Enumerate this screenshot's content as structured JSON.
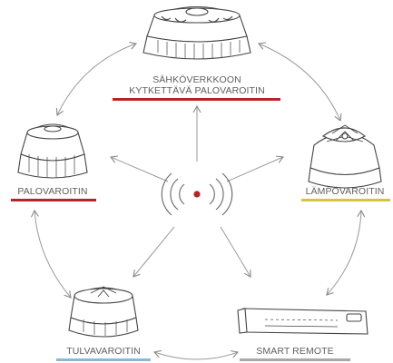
{
  "center": {
    "icon": "wireless-signal-icon",
    "dot_color": "#b8232a"
  },
  "devices": [
    {
      "id": "mains",
      "label_line1": "SÄHKÖVERKKOON",
      "label_line2": "KYTKETTÄVÄ PALOVAROITIN",
      "icon": "mains-smoke-alarm-icon",
      "accent": "#b8232a"
    },
    {
      "id": "smoke",
      "label": "PALOVAROITIN",
      "icon": "smoke-alarm-icon",
      "accent": "#b8232a"
    },
    {
      "id": "heat",
      "label": "LÄMPÖVAROITIN",
      "icon": "heat-alarm-icon",
      "accent": "#d6c53a"
    },
    {
      "id": "water",
      "label": "TULVAVAROITIN",
      "icon": "water-alarm-icon",
      "accent": "#8fb7cf"
    },
    {
      "id": "remote",
      "label": "SMART REMOTE",
      "icon": "smart-remote-icon",
      "accent": "#a9a9a9"
    }
  ]
}
